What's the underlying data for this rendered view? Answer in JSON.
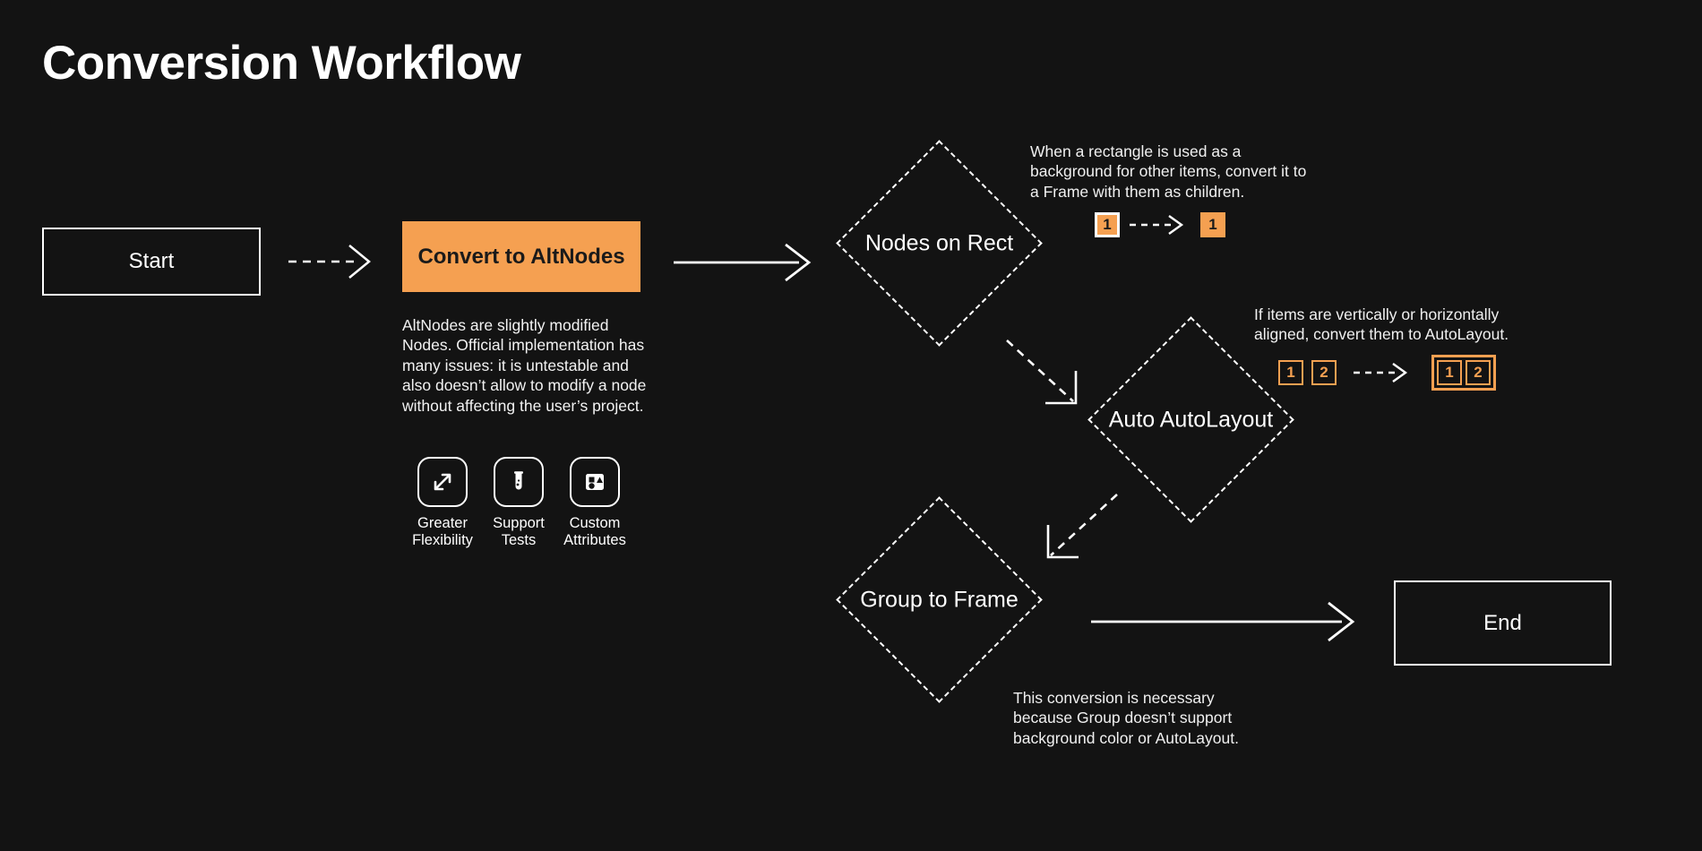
{
  "page": {
    "title": "Conversion Workflow",
    "background_color": "#131313",
    "accent_color": "#F5A051",
    "text_color": "#FFFFFF"
  },
  "nodes": {
    "start": {
      "label": "Start",
      "type": "terminal"
    },
    "convert": {
      "label": "Convert to AltNodes",
      "type": "process",
      "description": "AltNodes are slightly modified Nodes. Official implementation has many issues: it is untestable and also doesn’t allow to modify a node without affecting the user’s project."
    },
    "nodes_on_rect": {
      "label": "Nodes on Rect",
      "type": "decision"
    },
    "auto_autolayout": {
      "label": "Auto AutoLayout",
      "type": "decision"
    },
    "group_to_frame": {
      "label": "Group to Frame",
      "type": "decision"
    },
    "end": {
      "label": "End",
      "type": "terminal"
    }
  },
  "features": [
    {
      "icon": "expand-arrows-icon",
      "label": "Greater\nFlexibility",
      "line1": "Greater",
      "line2": "Flexibility"
    },
    {
      "icon": "test-tube-icon",
      "label": "Support\nTests",
      "line1": "Support",
      "line2": "Tests"
    },
    {
      "icon": "shapes-frame-icon",
      "label": "Custom\nAttributes",
      "line1": "Custom",
      "line2": "Attributes"
    }
  ],
  "annotations": {
    "nodes_on_rect": {
      "text": "When a rectangle is used as a background for other items, convert it to a Frame with them as children.",
      "before": [
        {
          "value": "1",
          "style": "solid-framed"
        }
      ],
      "after": [
        {
          "value": "1",
          "style": "solid"
        }
      ]
    },
    "auto_autolayout": {
      "text": "If items are vertically or horizontally aligned, convert them to AutoLayout.",
      "before": [
        {
          "value": "1",
          "style": "outline"
        },
        {
          "value": "2",
          "style": "outline"
        }
      ],
      "after": [
        {
          "value": "1",
          "style": "outline"
        },
        {
          "value": "2",
          "style": "outline"
        }
      ]
    },
    "group_to_frame": {
      "text": "This conversion is necessary because Group doesn’t support background color or AutoLayout."
    }
  },
  "edges": [
    {
      "from": "start",
      "to": "convert",
      "style": "dashed"
    },
    {
      "from": "convert",
      "to": "nodes_on_rect",
      "style": "solid"
    },
    {
      "from": "nodes_on_rect",
      "to": "auto_autolayout",
      "style": "dashed"
    },
    {
      "from": "auto_autolayout",
      "to": "group_to_frame",
      "style": "dashed"
    },
    {
      "from": "group_to_frame",
      "to": "end",
      "style": "solid"
    }
  ]
}
